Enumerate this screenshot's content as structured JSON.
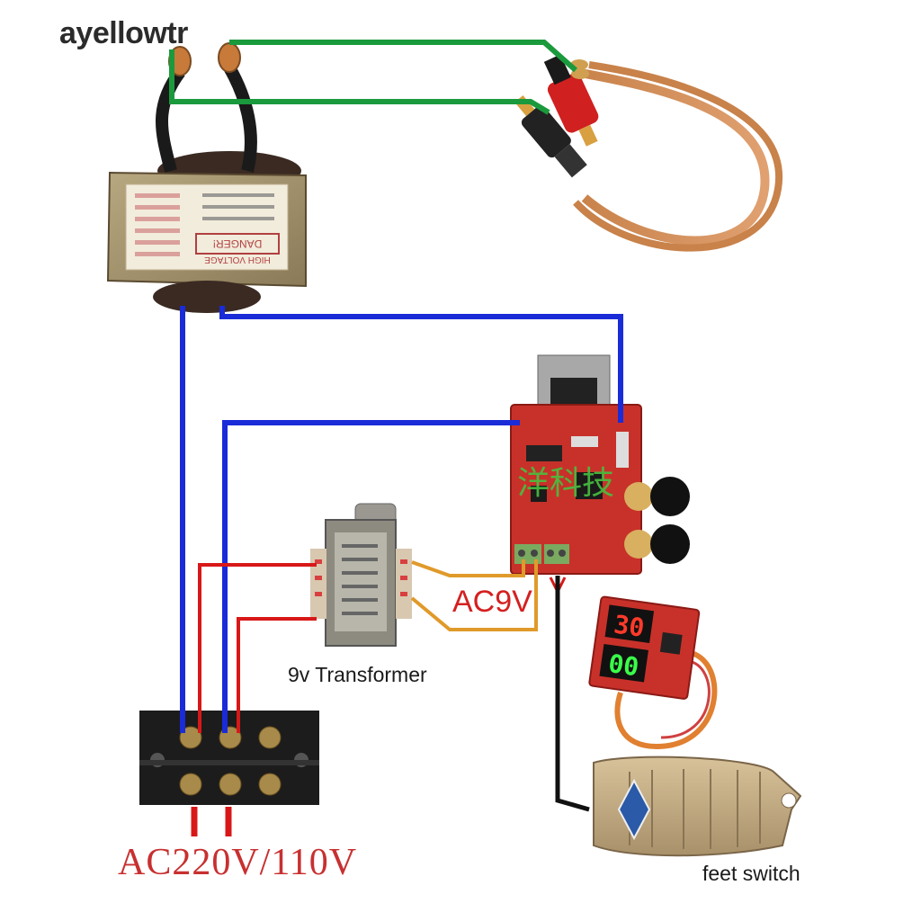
{
  "watermark": "ayellowtr",
  "labels": {
    "ac9v": "AC9V",
    "transformer_9v": "9v Transformer",
    "mains": "AC220V/110V",
    "feet_switch": "feet switch",
    "board_chinese": "洋科技"
  },
  "transformer_label": {
    "danger": "DANGER!",
    "high_voltage": "HIGH VOLTAGE"
  },
  "display": {
    "top_digits": "30",
    "bottom_digits": "00"
  },
  "colors": {
    "green_wire": "#1a9a3c",
    "blue_wire": "#1a2bd8",
    "red_wire": "#d81818",
    "orange_wire": "#e09a2a",
    "black_wire": "#111111",
    "pcb_red": "#c8312a"
  }
}
